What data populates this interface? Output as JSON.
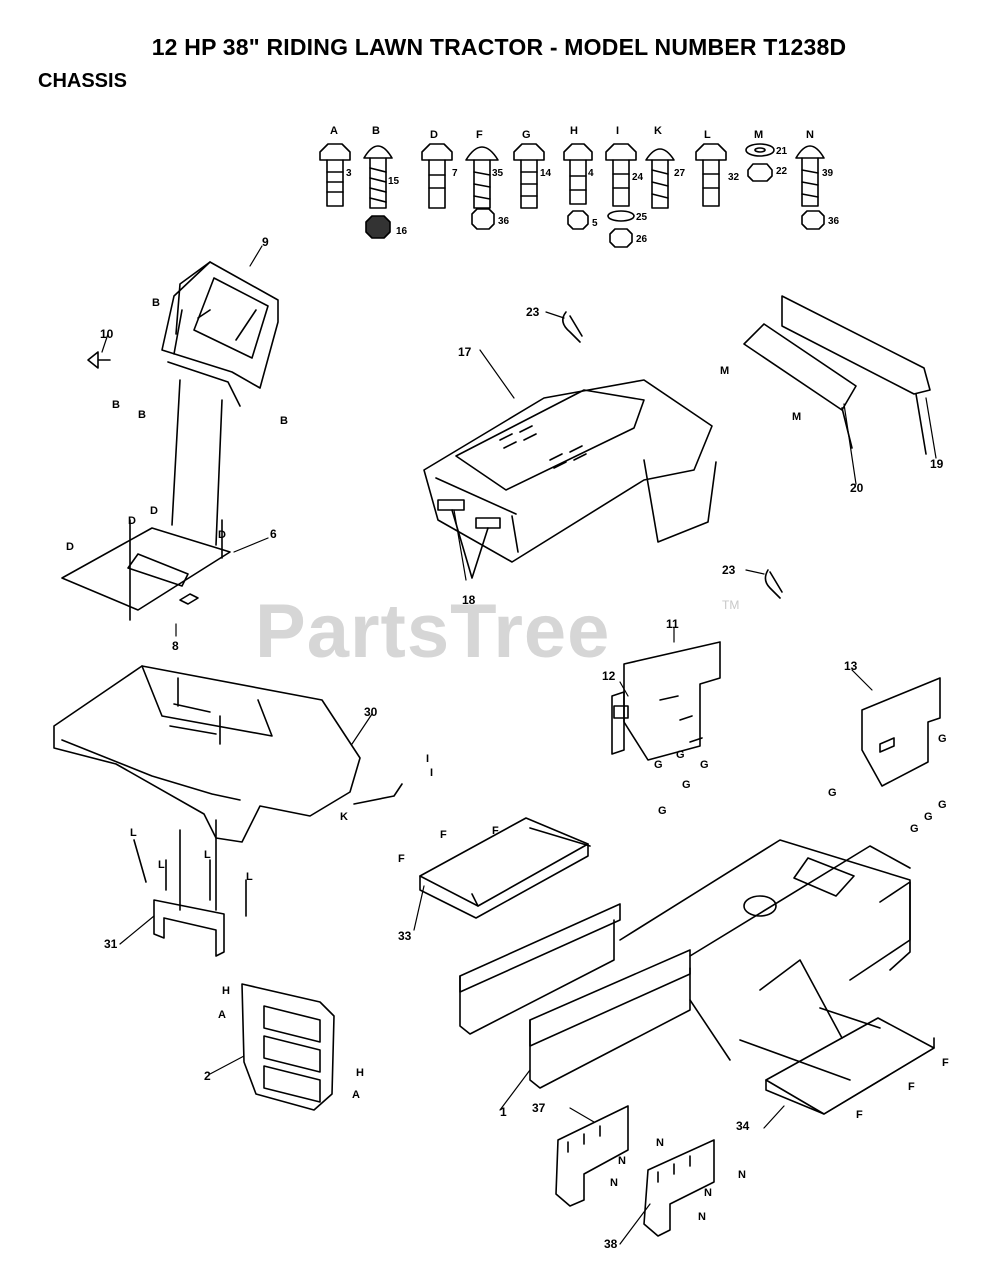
{
  "title": "12 HP 38\" RIDING LAWN TRACTOR - MODEL NUMBER T1238D",
  "section": "CHASSIS",
  "watermark": {
    "text": "PartsTree",
    "tm": "TM"
  },
  "hardware": [
    {
      "letter": "A",
      "parts": [
        "3"
      ]
    },
    {
      "letter": "B",
      "parts": [
        "15",
        "16"
      ]
    },
    {
      "letter": "D",
      "parts": [
        "7"
      ]
    },
    {
      "letter": "F",
      "parts": [
        "35",
        "36"
      ]
    },
    {
      "letter": "G",
      "parts": [
        "14"
      ]
    },
    {
      "letter": "H",
      "parts": [
        "4",
        "5"
      ]
    },
    {
      "letter": "I",
      "parts": [
        "24",
        "25",
        "26"
      ]
    },
    {
      "letter": "K",
      "parts": [
        "27"
      ]
    },
    {
      "letter": "L",
      "parts": [
        "32"
      ]
    },
    {
      "letter": "M",
      "parts": [
        "21",
        "22"
      ]
    },
    {
      "letter": "N",
      "parts": [
        "39",
        "36"
      ]
    }
  ],
  "callouts": [
    "1",
    "2",
    "6",
    "8",
    "9",
    "10",
    "11",
    "12",
    "13",
    "17",
    "18",
    "19",
    "20",
    "23",
    "23",
    "30",
    "31",
    "33",
    "34",
    "37",
    "38"
  ],
  "letters": [
    "A",
    "B",
    "D",
    "F",
    "G",
    "H",
    "I",
    "K",
    "L",
    "M",
    "N"
  ]
}
